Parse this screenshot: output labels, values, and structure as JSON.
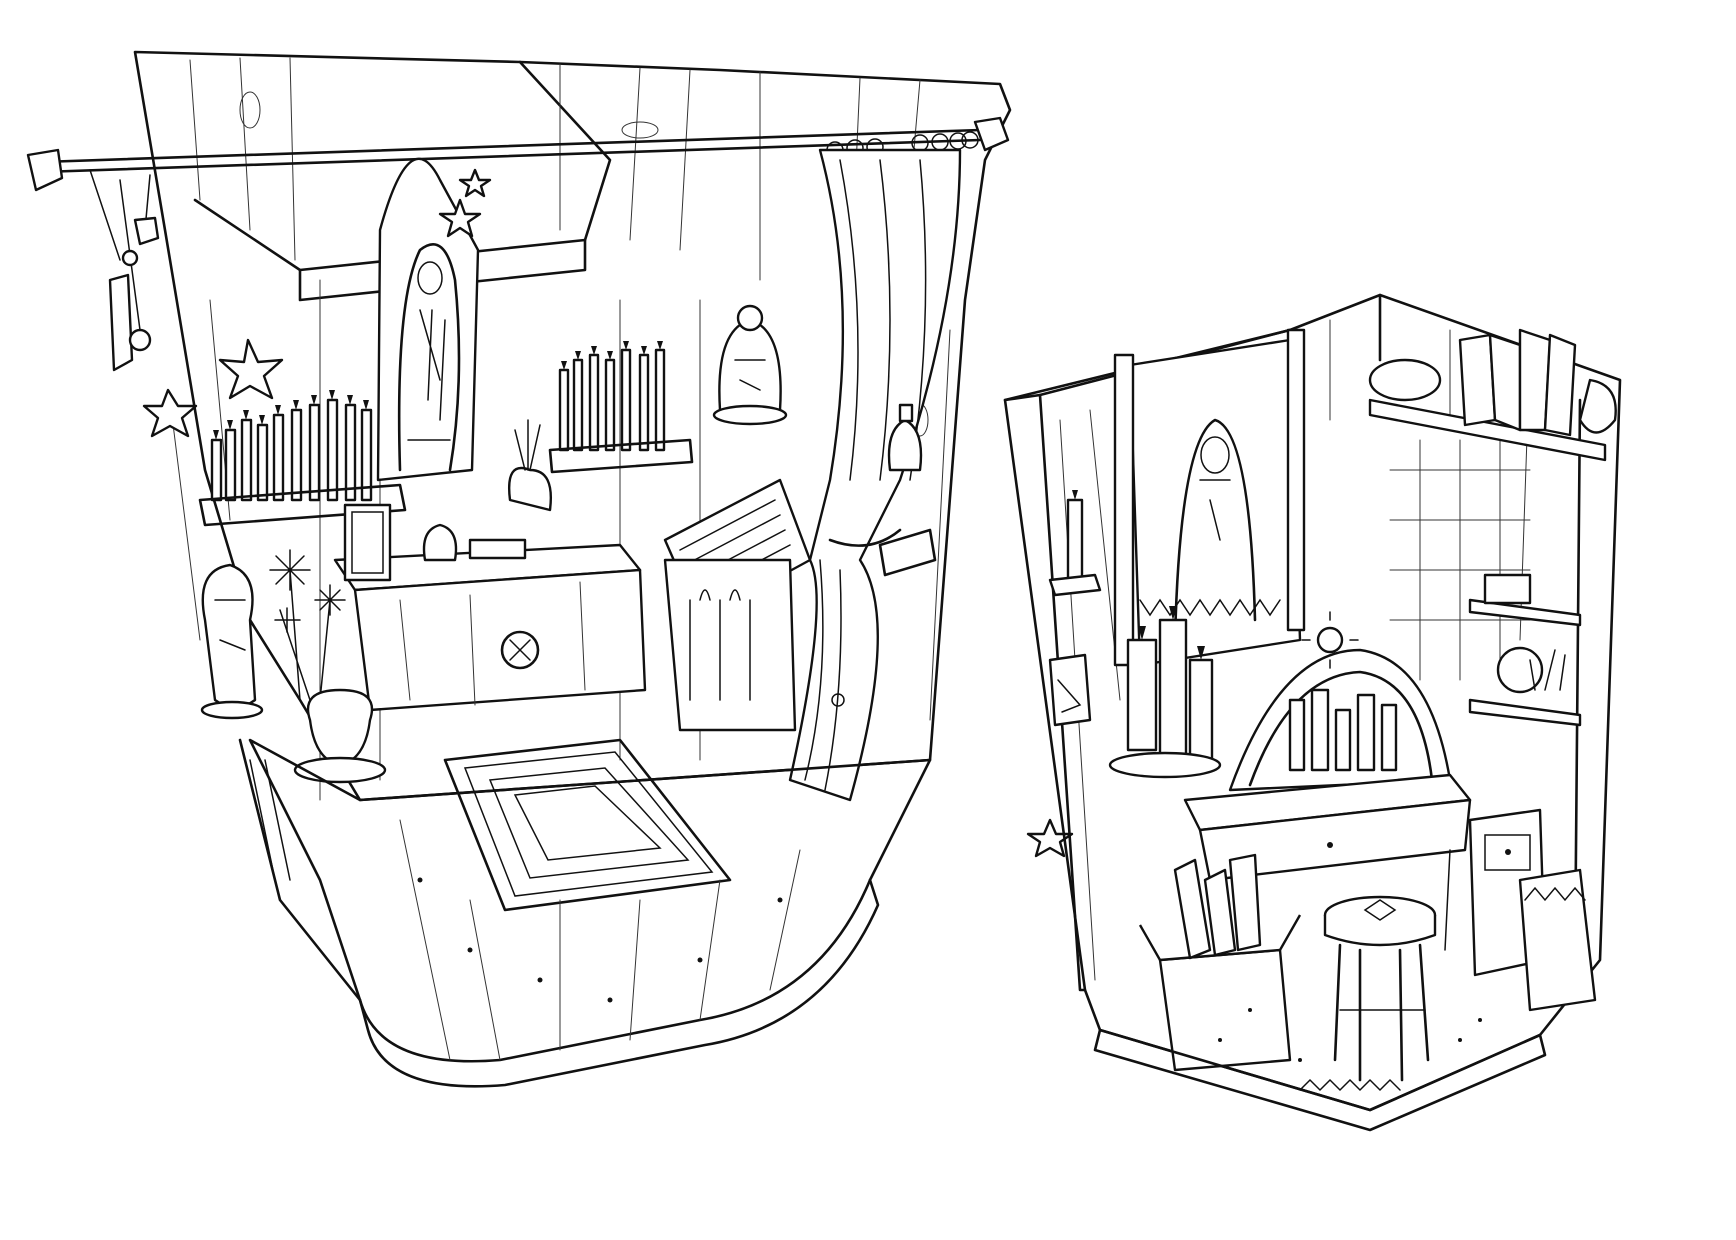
{
  "artwork": {
    "style": "black ink line drawing on white",
    "background": "#ffffff",
    "ink": "#111111",
    "scenes": [
      {
        "id": "shrine-booth",
        "description_icon": "curtained-shrine-icon"
      },
      {
        "id": "altar-corner-room",
        "description_icon": "altar-room-icon"
      }
    ]
  }
}
